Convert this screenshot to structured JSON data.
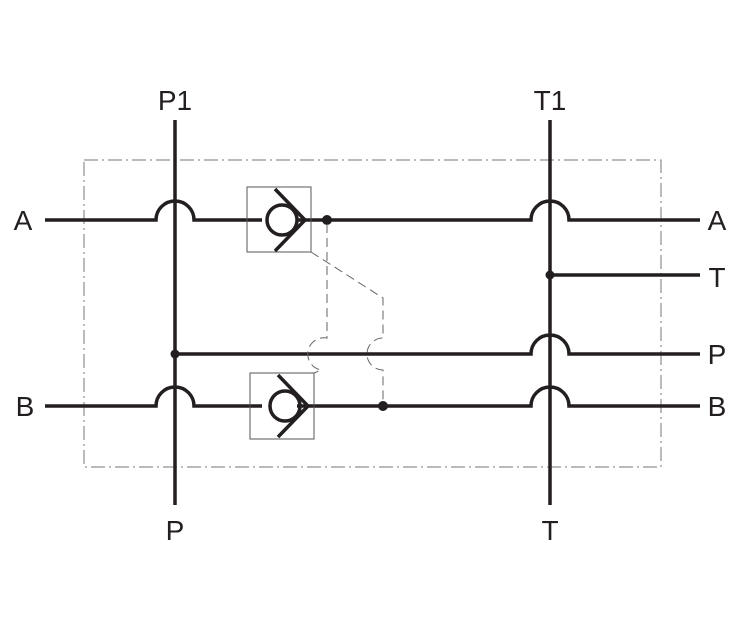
{
  "diagram": {
    "type": "hydraulic-schematic",
    "ports": {
      "top_left": "P1",
      "top_right": "T1",
      "left_a": "A",
      "left_b": "B",
      "right_a": "A",
      "right_t": "T",
      "right_p": "P",
      "right_b": "B",
      "bottom_left": "P",
      "bottom_right": "T"
    },
    "components": [
      "check-valve-a",
      "check-valve-b"
    ],
    "line_color": "#231f20"
  }
}
